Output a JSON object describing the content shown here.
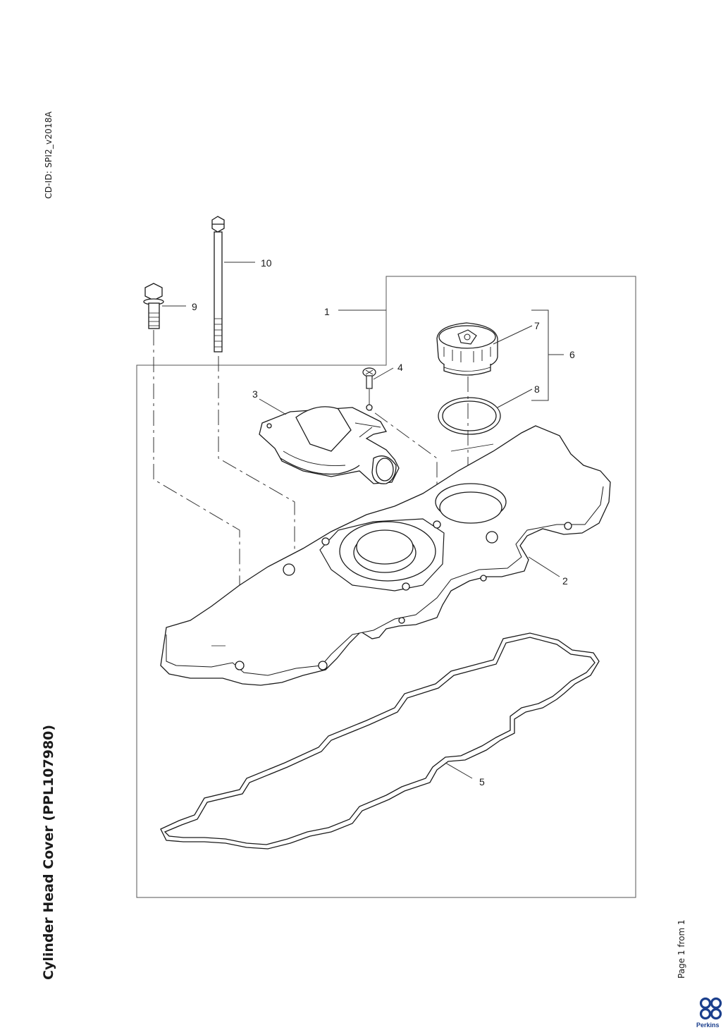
{
  "header": {
    "cd_id": "CD-ID: SPI2_v2018A"
  },
  "title": "Cylinder Head Cover (PPL107980)",
  "footer": {
    "page": "Page 1 from 1",
    "brand": "Perkins"
  },
  "callouts": [
    "1",
    "2",
    "3",
    "4",
    "5",
    "6",
    "7",
    "8",
    "9",
    "10"
  ],
  "colors": {
    "ink": "#1a1a1a",
    "brand": "#1b3f8c"
  }
}
